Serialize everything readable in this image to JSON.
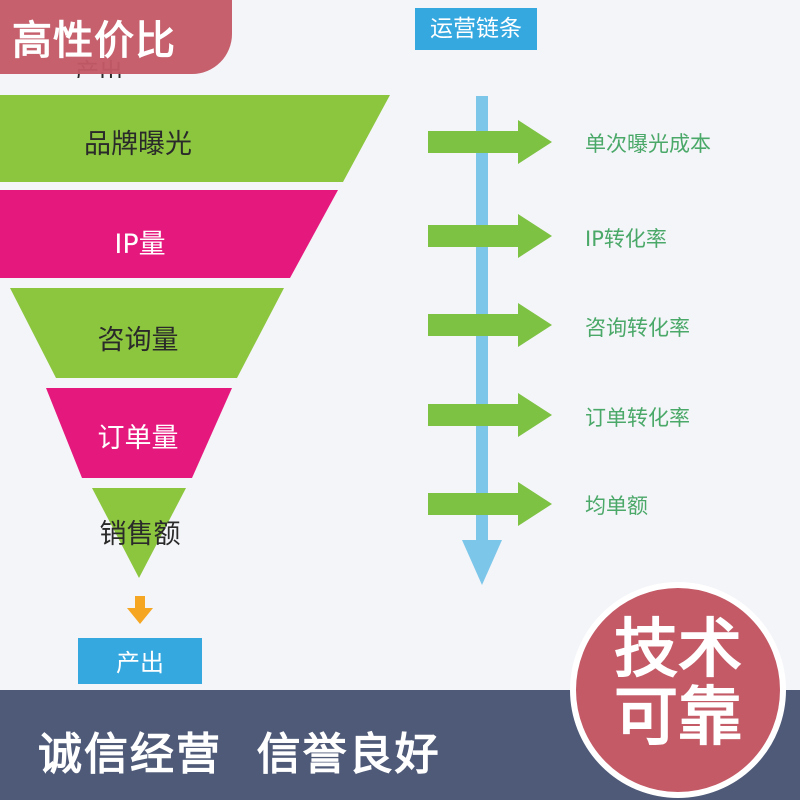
{
  "badge_top": "高性价比",
  "chain_title": "运营链条",
  "cut_title": "产出",
  "funnel_layers": [
    {
      "label": "品牌曝光",
      "color": "#8cc63f",
      "text_light": false
    },
    {
      "label": "IP量",
      "color": "#e5197d",
      "text_light": true
    },
    {
      "label": "咨询量",
      "color": "#8cc63f",
      "text_light": false
    },
    {
      "label": "订单量",
      "color": "#e5197d",
      "text_light": true
    },
    {
      "label": "销售额",
      "color": "#8cc63f",
      "text_light": false
    }
  ],
  "metrics": [
    "单次曝光成本",
    "IP转化率",
    "咨询转化率",
    "订单转化率",
    "均单额"
  ],
  "output_label": "产出",
  "bottom_slogan": "诚信经营  信誉良好",
  "circle_badge": {
    "line1": "技术",
    "line2": "可靠"
  },
  "colors": {
    "green": "#8cc63f",
    "magenta": "#e5197d",
    "blue": "#35a8e0",
    "arrow_green": "#7dc243",
    "rose": "#c35a66",
    "band": "#4f5a78"
  }
}
